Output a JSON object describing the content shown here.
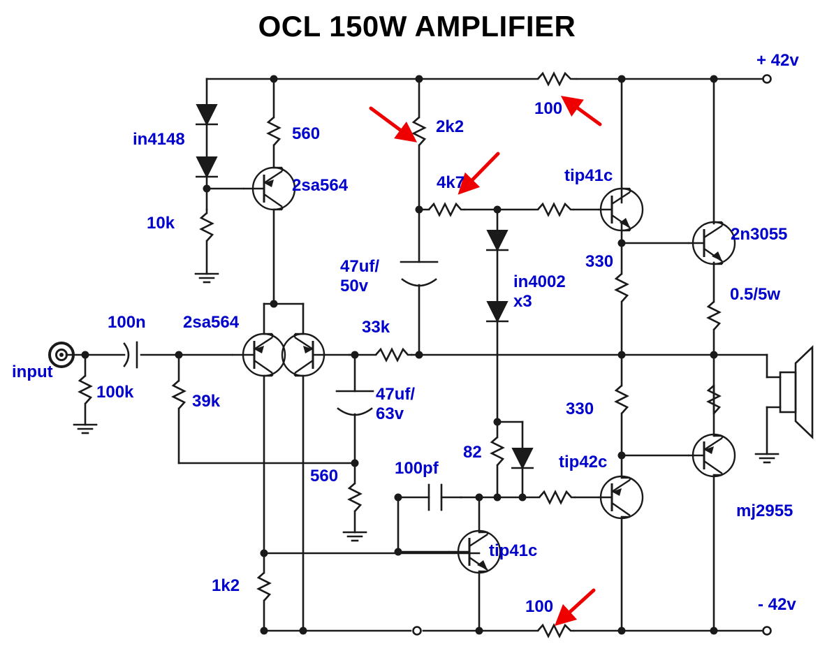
{
  "title": "OCL 150W AMPLIFIER",
  "colors": {
    "label_blue": "#0000CC",
    "wire_black": "#1a1a1a",
    "arrow_red": "#EE0000",
    "background": "#FFFFFF",
    "title_black": "#000000"
  },
  "labels": {
    "in4148": "in4148",
    "r_10k": "10k",
    "r_560_top": "560",
    "q_2sa564_top": "2sa564",
    "r_2k2": "2k2",
    "r_4k7": "4k7",
    "r_100_top": "100",
    "rail_pos": "+ 42v",
    "q_tip41c_top": "tip41c",
    "q_2n3055": "2n3055",
    "r_330_top": "330",
    "r_05_5w": "0.5/5w",
    "c_47uf_50v": "47uf/\n50v",
    "d_in4002": "in4002\nx3",
    "input": "input",
    "c_100n": "100n",
    "r_100k": "100k",
    "q_2sa564_diff": "2sa564",
    "r_39k": "39k",
    "r_33k": "33k",
    "c_47uf_63v": "47uf/\n63v",
    "r_560_mid": "560",
    "c_100pf": "100pf",
    "r_82": "82",
    "r_330_bot": "330",
    "q_tip42c": "tip42c",
    "q_mj2955": "mj2955",
    "q_tip41c_bot": "tip41c",
    "r_1k2": "1k2",
    "r_100_bot": "100",
    "rail_neg": "- 42v"
  },
  "components": [
    {
      "ref": "D1-D2",
      "name": "in4148",
      "type": "diode",
      "qty": 2
    },
    {
      "ref": "R1",
      "name": "10k",
      "type": "resistor"
    },
    {
      "ref": "R2",
      "name": "560",
      "type": "resistor"
    },
    {
      "ref": "Q1",
      "name": "2sa564",
      "type": "transistor-pnp"
    },
    {
      "ref": "R3",
      "name": "2k2",
      "type": "resistor"
    },
    {
      "ref": "R4",
      "name": "4k7",
      "type": "resistor"
    },
    {
      "ref": "R5",
      "name": "100",
      "type": "resistor"
    },
    {
      "ref": "Q2",
      "name": "tip41c",
      "type": "transistor-npn"
    },
    {
      "ref": "Q3",
      "name": "2n3055",
      "type": "transistor-npn"
    },
    {
      "ref": "R6",
      "name": "330",
      "type": "resistor"
    },
    {
      "ref": "R7",
      "name": "0.5/5w",
      "type": "resistor"
    },
    {
      "ref": "C1",
      "name": "47uf/50v",
      "type": "capacitor-polar"
    },
    {
      "ref": "D3-D5",
      "name": "in4002",
      "type": "diode",
      "qty": 3
    },
    {
      "ref": "C2",
      "name": "100n",
      "type": "capacitor"
    },
    {
      "ref": "R8",
      "name": "100k",
      "type": "resistor"
    },
    {
      "ref": "Q4-Q5",
      "name": "2sa564",
      "type": "transistor-pnp",
      "qty": 2
    },
    {
      "ref": "R9",
      "name": "39k",
      "type": "resistor"
    },
    {
      "ref": "R10",
      "name": "33k",
      "type": "resistor"
    },
    {
      "ref": "C3",
      "name": "47uf/63v",
      "type": "capacitor-polar"
    },
    {
      "ref": "R11",
      "name": "560",
      "type": "resistor"
    },
    {
      "ref": "C4",
      "name": "100pf",
      "type": "capacitor"
    },
    {
      "ref": "R12",
      "name": "82",
      "type": "resistor"
    },
    {
      "ref": "R13",
      "name": "330",
      "type": "resistor"
    },
    {
      "ref": "Q6",
      "name": "tip42c",
      "type": "transistor-pnp"
    },
    {
      "ref": "Q7",
      "name": "mj2955",
      "type": "transistor-pnp"
    },
    {
      "ref": "Q8",
      "name": "tip41c",
      "type": "transistor-npn"
    },
    {
      "ref": "R14",
      "name": "1k2",
      "type": "resistor"
    },
    {
      "ref": "R15",
      "name": "100",
      "type": "resistor"
    }
  ],
  "annotations": {
    "arrow_count": 4,
    "arrow_targets": [
      "2k2",
      "100",
      "4k7",
      "100"
    ]
  },
  "terminals": {
    "input": "input",
    "supply_positive": "+ 42v",
    "supply_negative": "- 42v"
  }
}
